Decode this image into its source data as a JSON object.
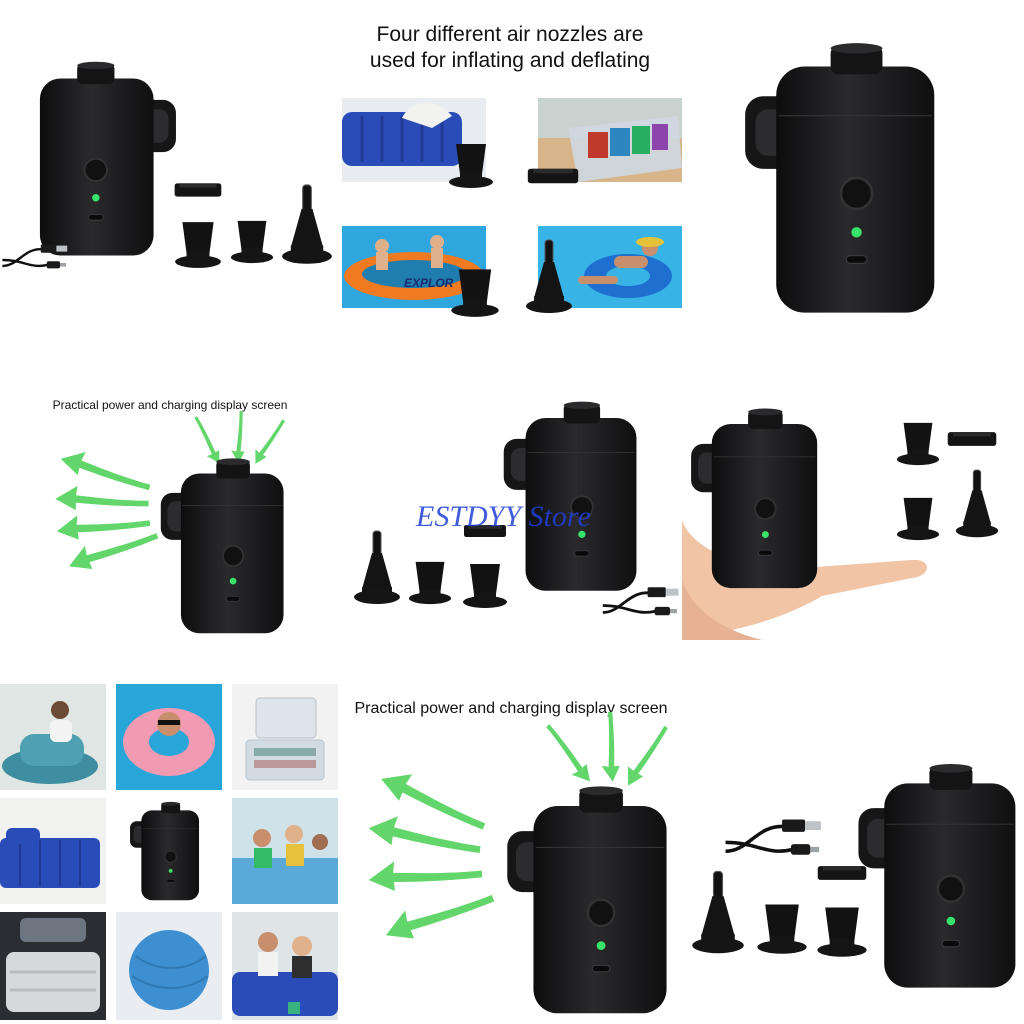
{
  "captions": {
    "nozzles_title_line1": "Four different air nozzles are",
    "nozzles_title_line2": "used for inflating and deflating",
    "display_caption_small": "Practical power and charging display screen",
    "display_caption_large": "Practical power and charging display screen"
  },
  "scenes": {
    "mattress_scene": "inflatable-mattress-scene",
    "vacuum_bag_scene": "vacuum-storage-bag-scene",
    "boat_scene": "inflatable-boat-scene",
    "swim_ring_scene": "swim-ring-scene"
  },
  "boat_label": "EXPLOR",
  "watermark": "ESTDYY Store",
  "colors": {
    "pump_body": "#1c1c1e",
    "led_green": "#39e36a",
    "airflow_green": "#62d66a",
    "pool_blue": "#2fa6dd",
    "mattress_blue": "#2a4cb8"
  }
}
